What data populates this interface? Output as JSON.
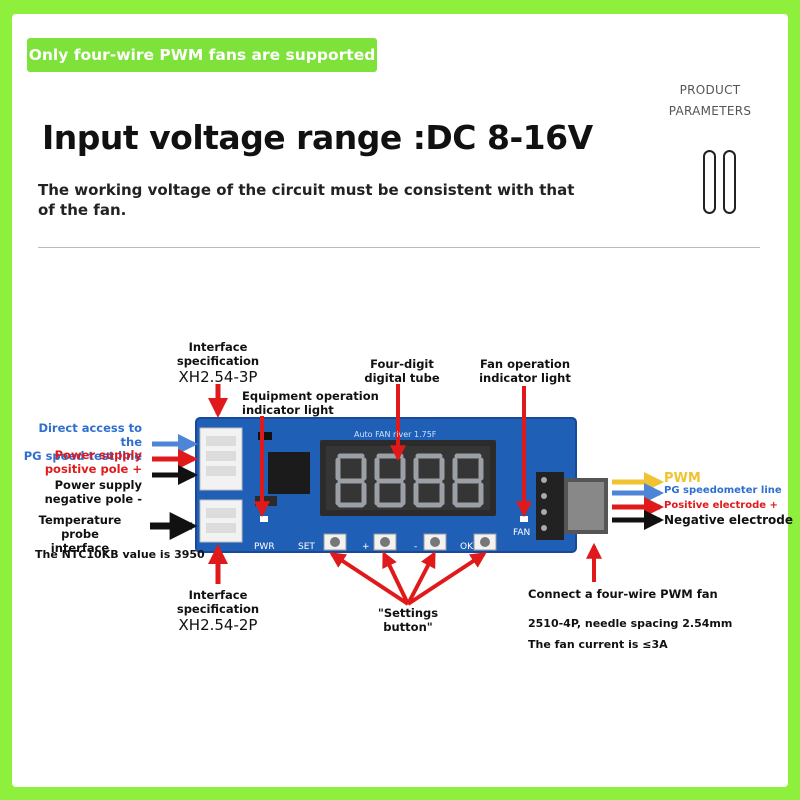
{
  "banner": {
    "tag": "Only four-wire PWM fans are supported",
    "params_line1": "PRODUCT",
    "params_line2": "PARAMETERS",
    "title": "Input voltage range :DC 8-16V",
    "subtitle": "The working voltage of the circuit must be consistent with that of the fan."
  },
  "board": {
    "pcb_text": "Auto FAN river 1.75F",
    "pwr": "PWR",
    "fan": "FAN",
    "btn_set": "SET",
    "btn_plus": "+",
    "btn_minus": "-",
    "btn_ok": "OK"
  },
  "labels": {
    "iface3_line1": "Interface",
    "iface3_line2": "specification",
    "iface3_model": "XH2.54-3P",
    "equip_line1": "Equipment operation",
    "equip_line2": "indicator light",
    "digit_line1": "Four-digit",
    "digit_line2": "digital tube",
    "fanlight_line1": "Fan operation",
    "fanlight_line2": "indicator light",
    "pg_line1": "Direct access to the",
    "pg_line2": "PG speed test line",
    "psp_line1": "Power supply",
    "psp_line2": "positive pole +",
    "psn_line1": "Power supply",
    "psn_line2": "negative pole -",
    "temp_line1": "Temperature",
    "temp_line2": "probe interface",
    "ntc": "The NTC10KB value is 3950",
    "iface2_line1": "Interface",
    "iface2_line2": "specification",
    "iface2_model": "XH2.54-2P",
    "settings_line1": "\"Settings",
    "settings_line2": "button\"",
    "pwm": "PWM",
    "pg_speedometer": "PG speedometer line",
    "pos_electrode": "Positive electrode +",
    "neg_electrode": "Negative electrode",
    "connect_fan": "Connect a four-wire PWM fan",
    "needle": "2510-4P, needle spacing 2.54mm",
    "current": "The fan current is ≤3A"
  },
  "colors": {
    "frame": "#8ef03c",
    "tag_bg": "#7ee23a",
    "pcb": "#1f5fb5",
    "arrow_red": "#e0191b",
    "arrow_blue": "#4d86d6",
    "arrow_yellow": "#f1c233"
  }
}
